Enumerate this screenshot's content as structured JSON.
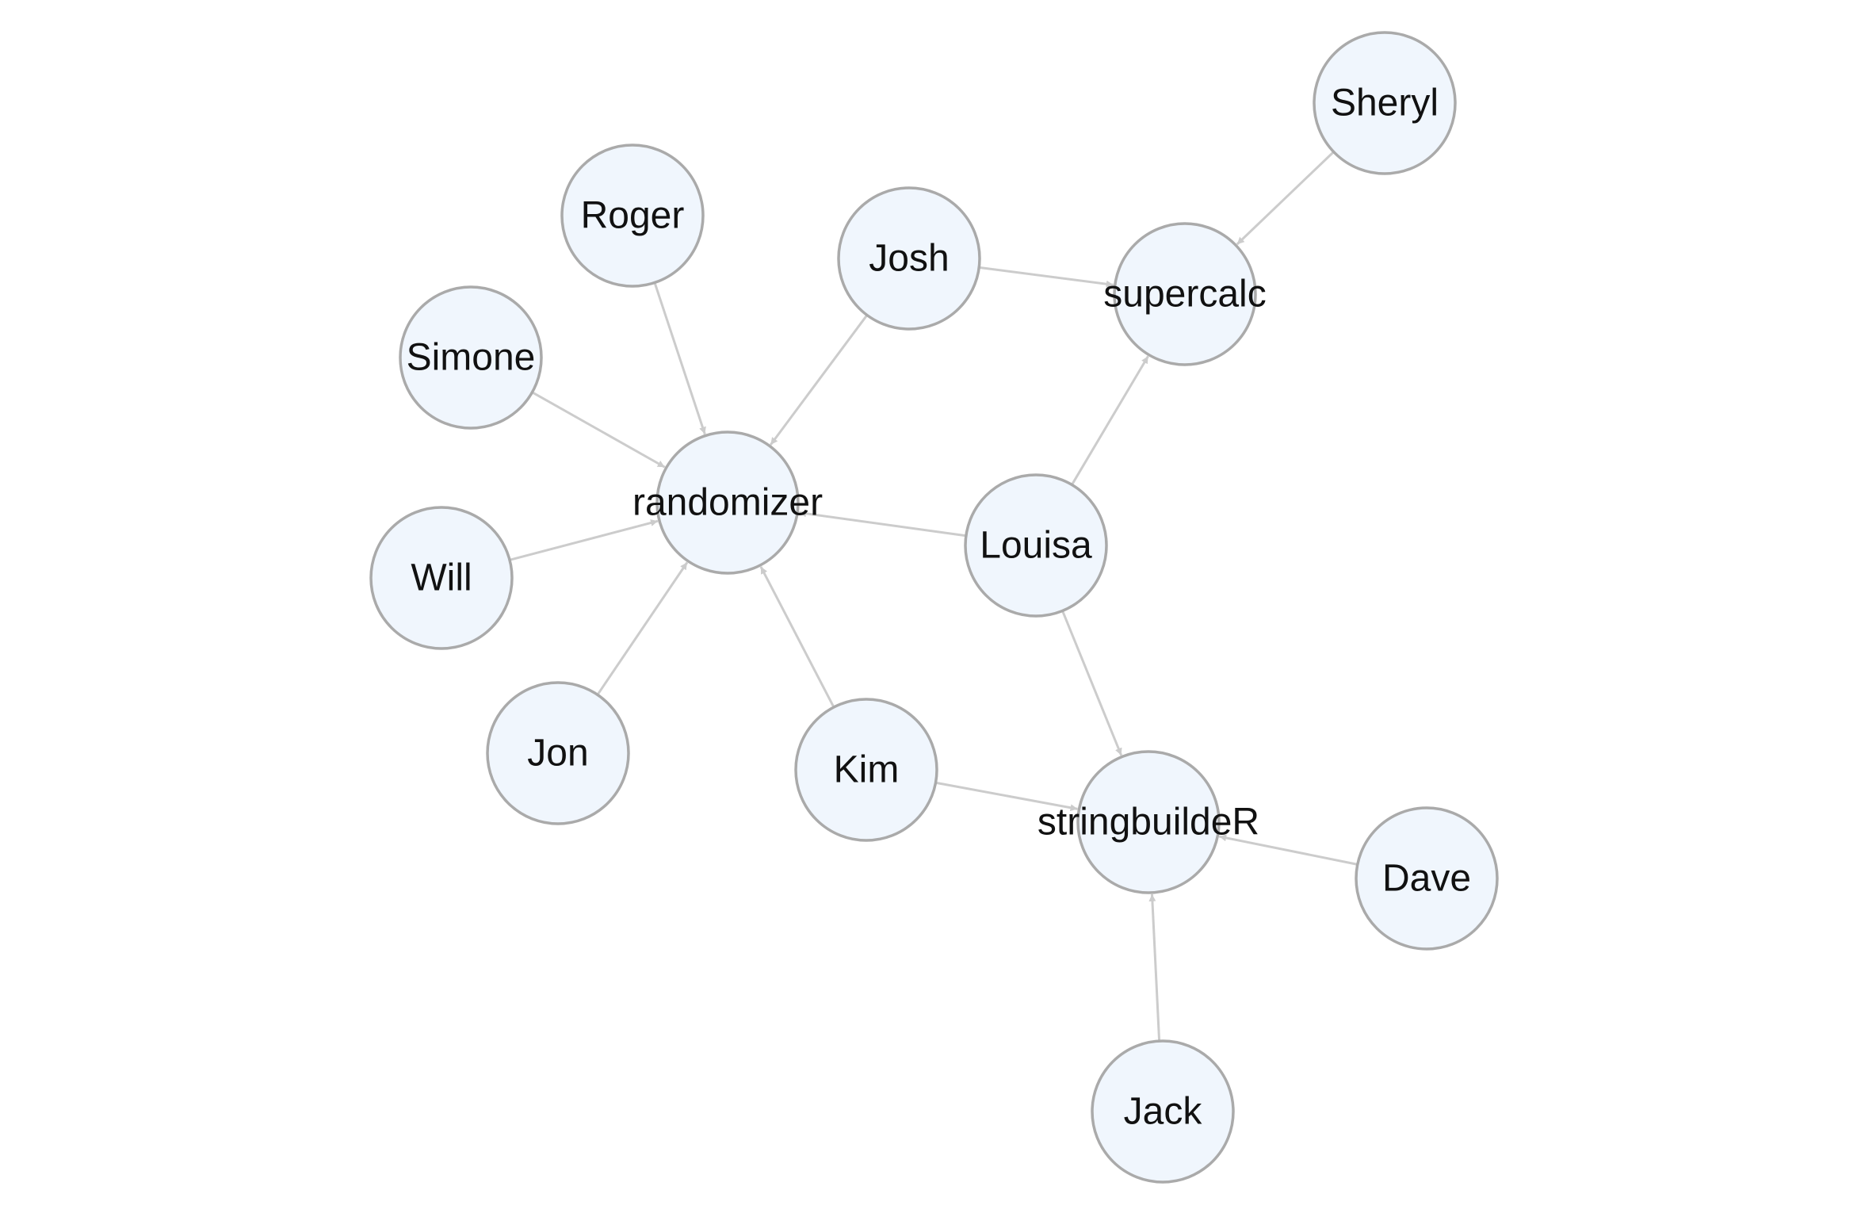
{
  "graph": {
    "colors": {
      "node_fill": "#f0f6fd",
      "node_stroke": "#aaaaaa",
      "edge": "#cccccc",
      "label": "#111111"
    },
    "nodes": [
      {
        "id": "randomizer",
        "label": "randomizer"
      },
      {
        "id": "supercalc",
        "label": "supercalc"
      },
      {
        "id": "stringbuildeR",
        "label": "stringbuildeR"
      },
      {
        "id": "Sheryl",
        "label": "Sheryl"
      },
      {
        "id": "Roger",
        "label": "Roger"
      },
      {
        "id": "Josh",
        "label": "Josh"
      },
      {
        "id": "Simone",
        "label": "Simone"
      },
      {
        "id": "Will",
        "label": "Will"
      },
      {
        "id": "Louisa",
        "label": "Louisa"
      },
      {
        "id": "Jon",
        "label": "Jon"
      },
      {
        "id": "Kim",
        "label": "Kim"
      },
      {
        "id": "Dave",
        "label": "Dave"
      },
      {
        "id": "Jack",
        "label": "Jack"
      }
    ],
    "edges": [
      {
        "source": "Sheryl",
        "target": "supercalc"
      },
      {
        "source": "Josh",
        "target": "supercalc"
      },
      {
        "source": "Louisa",
        "target": "supercalc"
      },
      {
        "source": "Roger",
        "target": "randomizer"
      },
      {
        "source": "Josh",
        "target": "randomizer"
      },
      {
        "source": "Simone",
        "target": "randomizer"
      },
      {
        "source": "Will",
        "target": "randomizer"
      },
      {
        "source": "Jon",
        "target": "randomizer"
      },
      {
        "source": "Kim",
        "target": "randomizer"
      },
      {
        "source": "Louisa",
        "target": "randomizer"
      },
      {
        "source": "Louisa",
        "target": "stringbuildeR"
      },
      {
        "source": "Kim",
        "target": "stringbuildeR"
      },
      {
        "source": "Dave",
        "target": "stringbuildeR"
      },
      {
        "source": "Jack",
        "target": "stringbuildeR"
      }
    ]
  }
}
